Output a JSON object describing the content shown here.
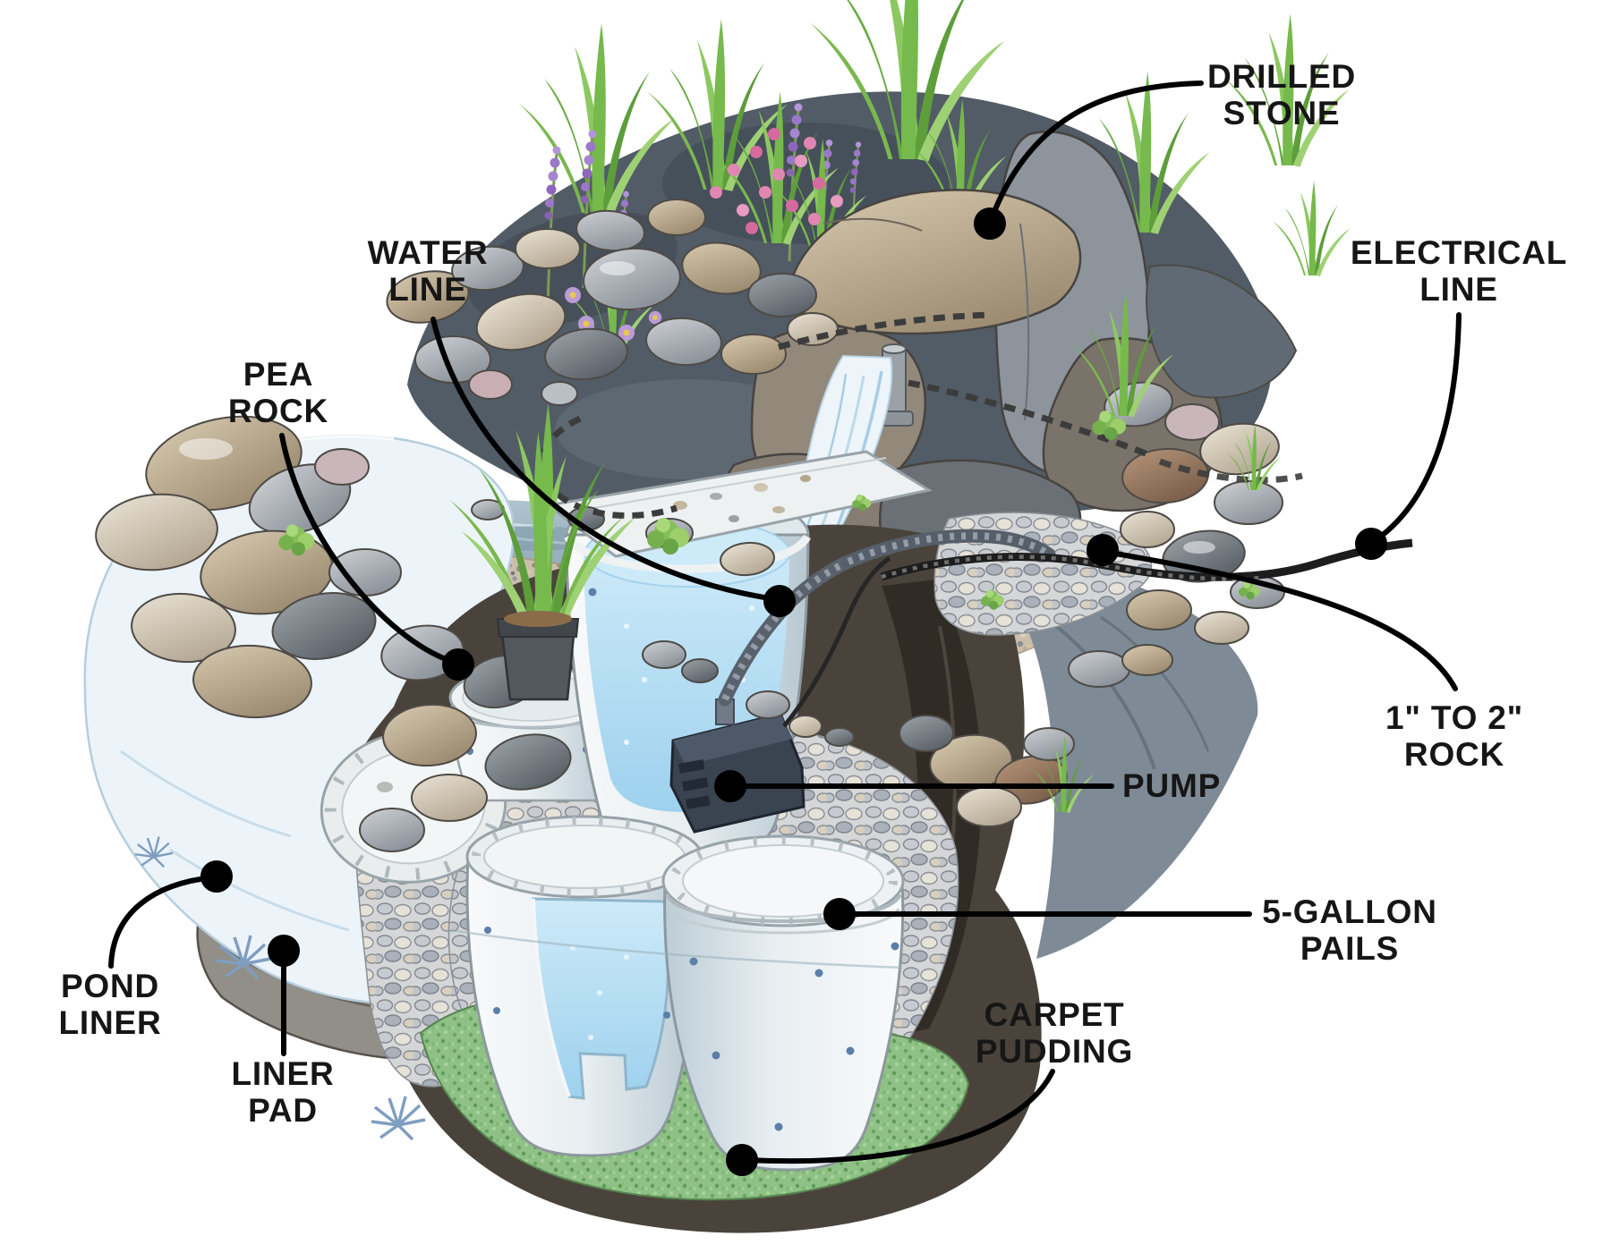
{
  "title": "Pondless waterfall construction cutaway diagram",
  "palette": {
    "ink": "#161616",
    "leader": "#000000",
    "pail_white": "#f2f5f6",
    "water_blue": "#bfe0f2",
    "stream_slate": "#8aa2b0",
    "pea_gravel_tan": "#cbbfab",
    "cobble_gray": "#d4d6d8",
    "soil_dark": "#4a433b",
    "carpet_green": "#8fc186",
    "plant_green": "#6fae46",
    "flower_pink": "#e186b2",
    "flower_purple": "#9b77c9",
    "liner_pale": "#ecf4fa",
    "pad_gray": "#928f88"
  },
  "labels": {
    "drilled_stone": {
      "line1": "DRILLED",
      "line2": "STONE"
    },
    "water_line": {
      "line1": "WATER",
      "line2": "LINE"
    },
    "pea_rock": {
      "line1": "PEA",
      "line2": "ROCK"
    },
    "electrical_line": {
      "line1": "ELECTRICAL",
      "line2": "LINE"
    },
    "one_to_two_rock": {
      "line1": "1\" TO 2\"",
      "line2": "ROCK"
    },
    "pump": {
      "line1": "PUMP"
    },
    "five_gallon_pails": {
      "line1": "5-GALLON",
      "line2": "PAILS"
    },
    "pond_liner": {
      "line1": "POND",
      "line2": "LINER"
    },
    "liner_pad": {
      "line1": "LINER",
      "line2": "PAD"
    },
    "carpet_pudding": {
      "line1": "CARPET",
      "line2": "PUDDING"
    }
  }
}
